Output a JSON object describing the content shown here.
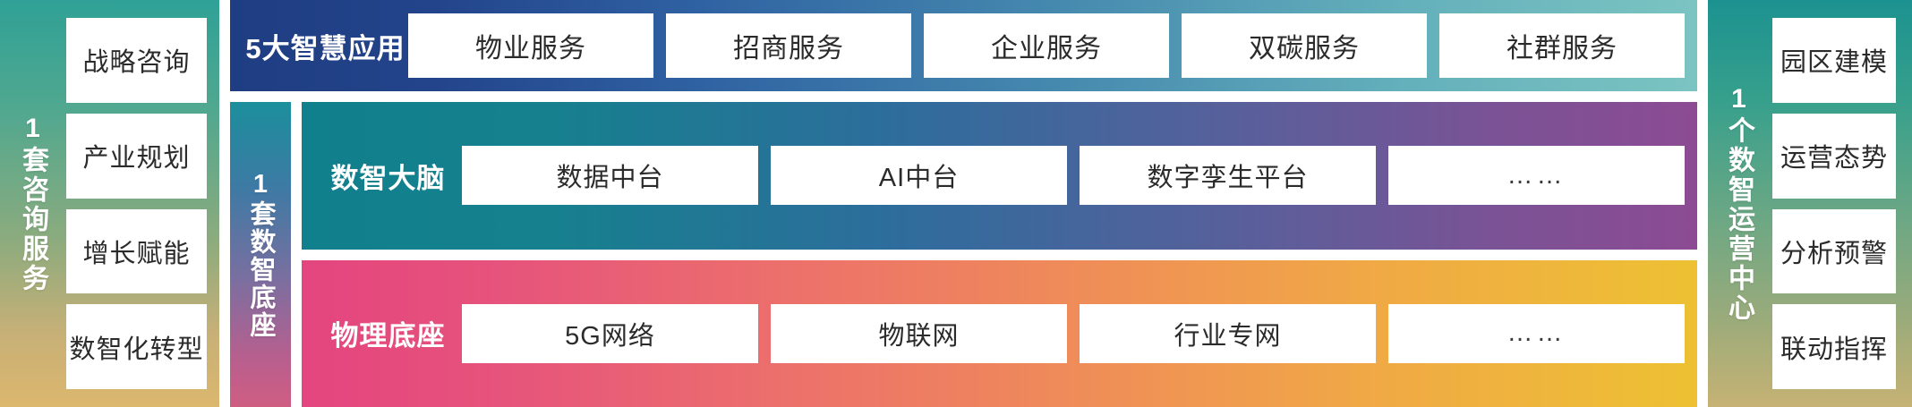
{
  "left_panel": {
    "vertical_label": "1套咨询服务",
    "gradient_from": "#2fa196",
    "gradient_to": "#dcb76e",
    "cards": [
      {
        "label": "战略咨询"
      },
      {
        "label": "产业规划"
      },
      {
        "label": "增长赋能"
      },
      {
        "label": "数智化转型"
      }
    ]
  },
  "apps_band": {
    "title": "5大智慧应用",
    "gradient_from": "#1f3d82",
    "gradient_to": "#7bc4c2",
    "cards": [
      {
        "label": "物业服务"
      },
      {
        "label": "招商服务"
      },
      {
        "label": "企业服务"
      },
      {
        "label": "双碳服务"
      },
      {
        "label": "社群服务"
      }
    ]
  },
  "base_rail": {
    "vertical_label": "1套数智底座",
    "gradient_from": "#1b8f9c",
    "gradient_to": "#cf5d82"
  },
  "brain_band": {
    "title": "数智大脑",
    "gradient_from": "#10808c",
    "gradient_to": "#8c4b93",
    "cards": [
      {
        "label": "数据中台"
      },
      {
        "label": "AI中台"
      },
      {
        "label": "数字孪生平台"
      },
      {
        "label": "……"
      }
    ]
  },
  "physical_band": {
    "title": "物理底座",
    "gradient_from": "#e4457e",
    "gradient_to": "#edc133",
    "cards": [
      {
        "label": "5G网络"
      },
      {
        "label": "物联网"
      },
      {
        "label": "行业专网"
      },
      {
        "label": "……"
      }
    ]
  },
  "right_panel": {
    "vertical_label": "1个数智运营中心",
    "gradient_from": "#1c9290",
    "gradient_to": "#c6b274",
    "cards": [
      {
        "label": "园区建模"
      },
      {
        "label": "运营态势"
      },
      {
        "label": "分析预警"
      },
      {
        "label": "联动指挥"
      }
    ]
  }
}
